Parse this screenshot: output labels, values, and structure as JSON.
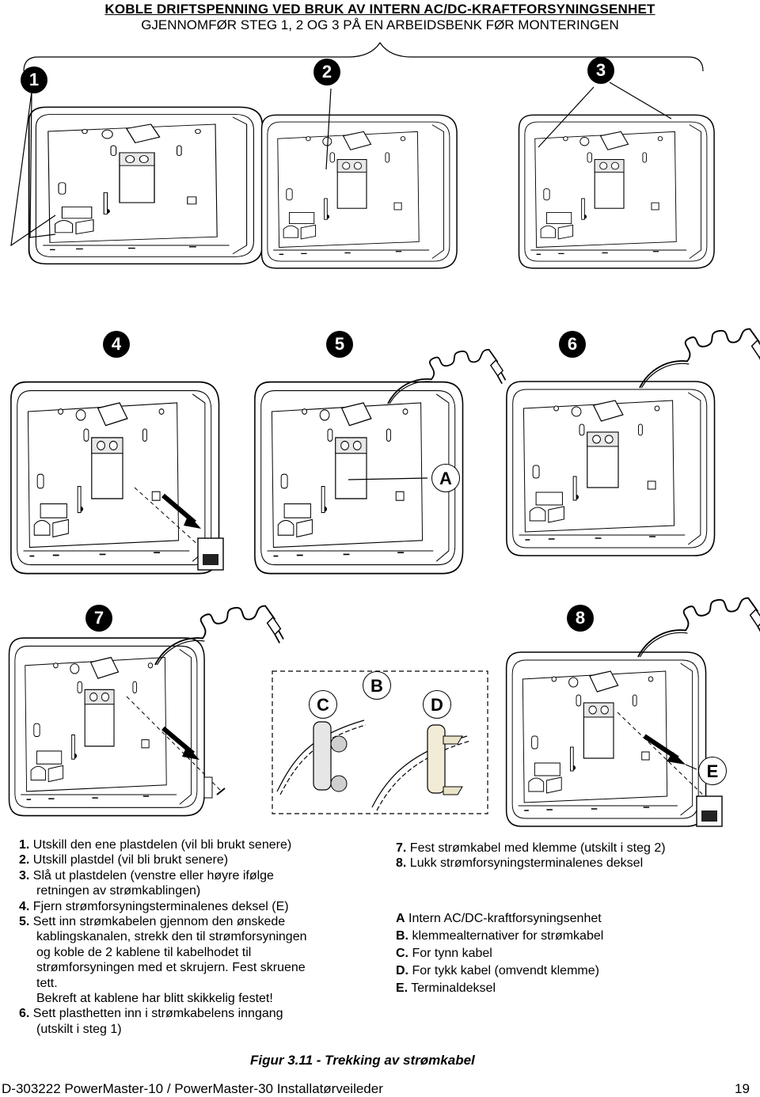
{
  "header": {
    "title": "KOBLE DRIFTSPENNING VED BRUK AV INTERN AC/DC-KRAFTFORSYNINGSENHET",
    "subtitle": "GJENNOMFØR STEG 1, 2 OG 3 PÅ EN ARBEIDSBENK FØR MONTERINGEN"
  },
  "figure": {
    "step_numbers": [
      "1",
      "2",
      "3",
      "4",
      "5",
      "6",
      "7",
      "8"
    ],
    "callouts": {
      "A": "A",
      "B": "B",
      "C": "C",
      "D": "D",
      "E": "E"
    },
    "caption": "Figur 3.11 - Trekking av strømkabel"
  },
  "instructions": {
    "left": [
      {
        "num": "1.",
        "text": "Utskill den ene plastdelen (vil bli brukt senere)"
      },
      {
        "num": "2.",
        "text": "Utskill plastdel (vil bli brukt senere)"
      },
      {
        "num": "3.",
        "text": "Slå ut plastdelen (venstre eller høyre ifølge"
      },
      {
        "num": "",
        "text": "retningen av strømkablingen)"
      },
      {
        "num": "4.",
        "text": "Fjern strømforsyningsterminalenes deksel (E)"
      },
      {
        "num": "5.",
        "text": "Sett inn strømkabelen gjennom den ønskede"
      },
      {
        "num": "",
        "text": "kablingskanalen, strekk den til strømforsyningen"
      },
      {
        "num": "",
        "text": "og koble de 2 kablene til kabelhodet til"
      },
      {
        "num": "",
        "text": "strømforsyningen med et skrujern. Fest skruene"
      },
      {
        "num": "",
        "text": "tett."
      },
      {
        "num": "",
        "text": "Bekreft at kablene har blitt skikkelig festet!"
      },
      {
        "num": "6.",
        "text": "Sett plasthetten inn i strømkabelens inngang"
      },
      {
        "num": "",
        "text": "(utskilt i steg 1)"
      }
    ],
    "right": [
      {
        "num": "7.",
        "text": "Fest strømkabel med klemme (utskilt i steg 2)"
      },
      {
        "num": "8.",
        "text": "Lukk strømforsyningsterminalenes deksel"
      }
    ]
  },
  "legend": [
    {
      "key": "A",
      "text": "Intern AC/DC-kraftforsyningsenhet"
    },
    {
      "key": "B.",
      "text": "klemmealternativer for strømkabel"
    },
    {
      "key": "C.",
      "text": "For tynn kabel"
    },
    {
      "key": "D.",
      "text": "For tykk kabel (omvendt klemme)"
    },
    {
      "key": "E.",
      "text": "Terminaldeksel"
    }
  ],
  "footer": {
    "left": "D-303222 PowerMaster-10 / PowerMaster-30 Installatørveileder",
    "page": "19"
  }
}
